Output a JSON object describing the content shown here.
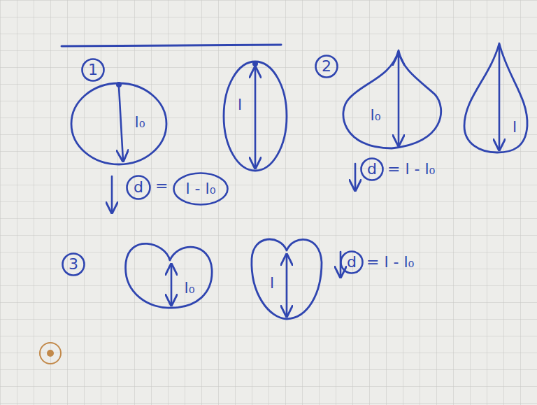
{
  "diagram": {
    "nodes": [
      {
        "text": [
          "1"
        ]
      },
      {
        "text": [
          "l₀"
        ]
      },
      {
        "text": [
          "l"
        ]
      },
      {
        "text": [
          "d"
        ]
      },
      {
        "text": [
          "l - l₀"
        ]
      },
      {
        "text": [
          "2"
        ]
      },
      {
        "text": [
          "l₀"
        ]
      },
      {
        "text": [
          "l"
        ]
      },
      {
        "text": [
          "d"
        ]
      },
      {
        "text": [
          "3"
        ]
      },
      {
        "text": [
          "l₀"
        ]
      },
      {
        "text": [
          "l"
        ]
      },
      {
        "text": [
          "d"
        ]
      }
    ],
    "edges": [],
    "labels": [
      "=",
      "= l - l₀",
      "= l - l₀"
    ]
  }
}
